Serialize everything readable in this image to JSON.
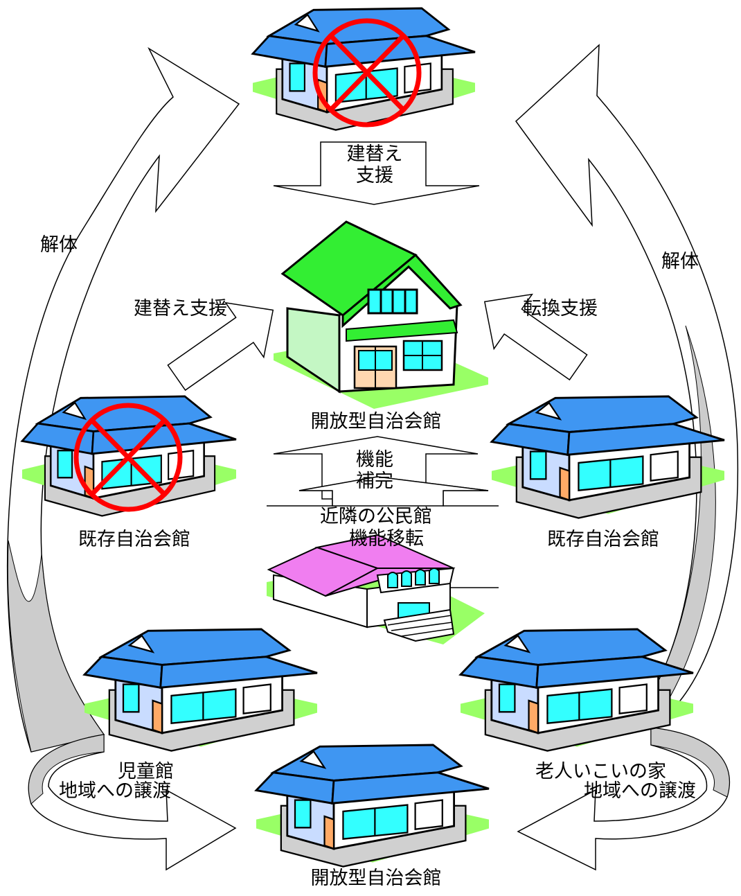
{
  "labels": {
    "rebuild_support_top_l1": "建替え",
    "rebuild_support_top_l2": "支援",
    "demolish_left": "解体",
    "demolish_right": "解体",
    "rebuild_support_left": "建替え支援",
    "conversion_support": "転換支援",
    "open_hall_center": "開放型自治会館",
    "function_complement_l1": "機能",
    "function_complement_l2": "補完",
    "neighbor_public_hall": "近隣の公民館",
    "existing_hall_left": "既存自治会館",
    "existing_hall_right": "既存自治会館",
    "function_transfer": "機能移転",
    "children_center": "児童館",
    "transfer_left": "地域への譲渡",
    "elderly_house": "老人いこいの家",
    "transfer_right": "地域への譲渡",
    "open_hall_bottom": "開放型自治会館"
  },
  "colors": {
    "roof_blue": "#3f96f2",
    "roof_green": "#33ee33",
    "roof_pink": "#f07ef0",
    "lawn": "#99ff66",
    "wall_white": "#ffffff",
    "wall_lightblue": "#c9dcff",
    "wall_lightgreen": "#c4f7c4",
    "window_cyan": "#33ffff",
    "door_orange": "#ffaa66",
    "shadow_gray": "#d5d5d5",
    "cross_red": "#ff0000"
  }
}
